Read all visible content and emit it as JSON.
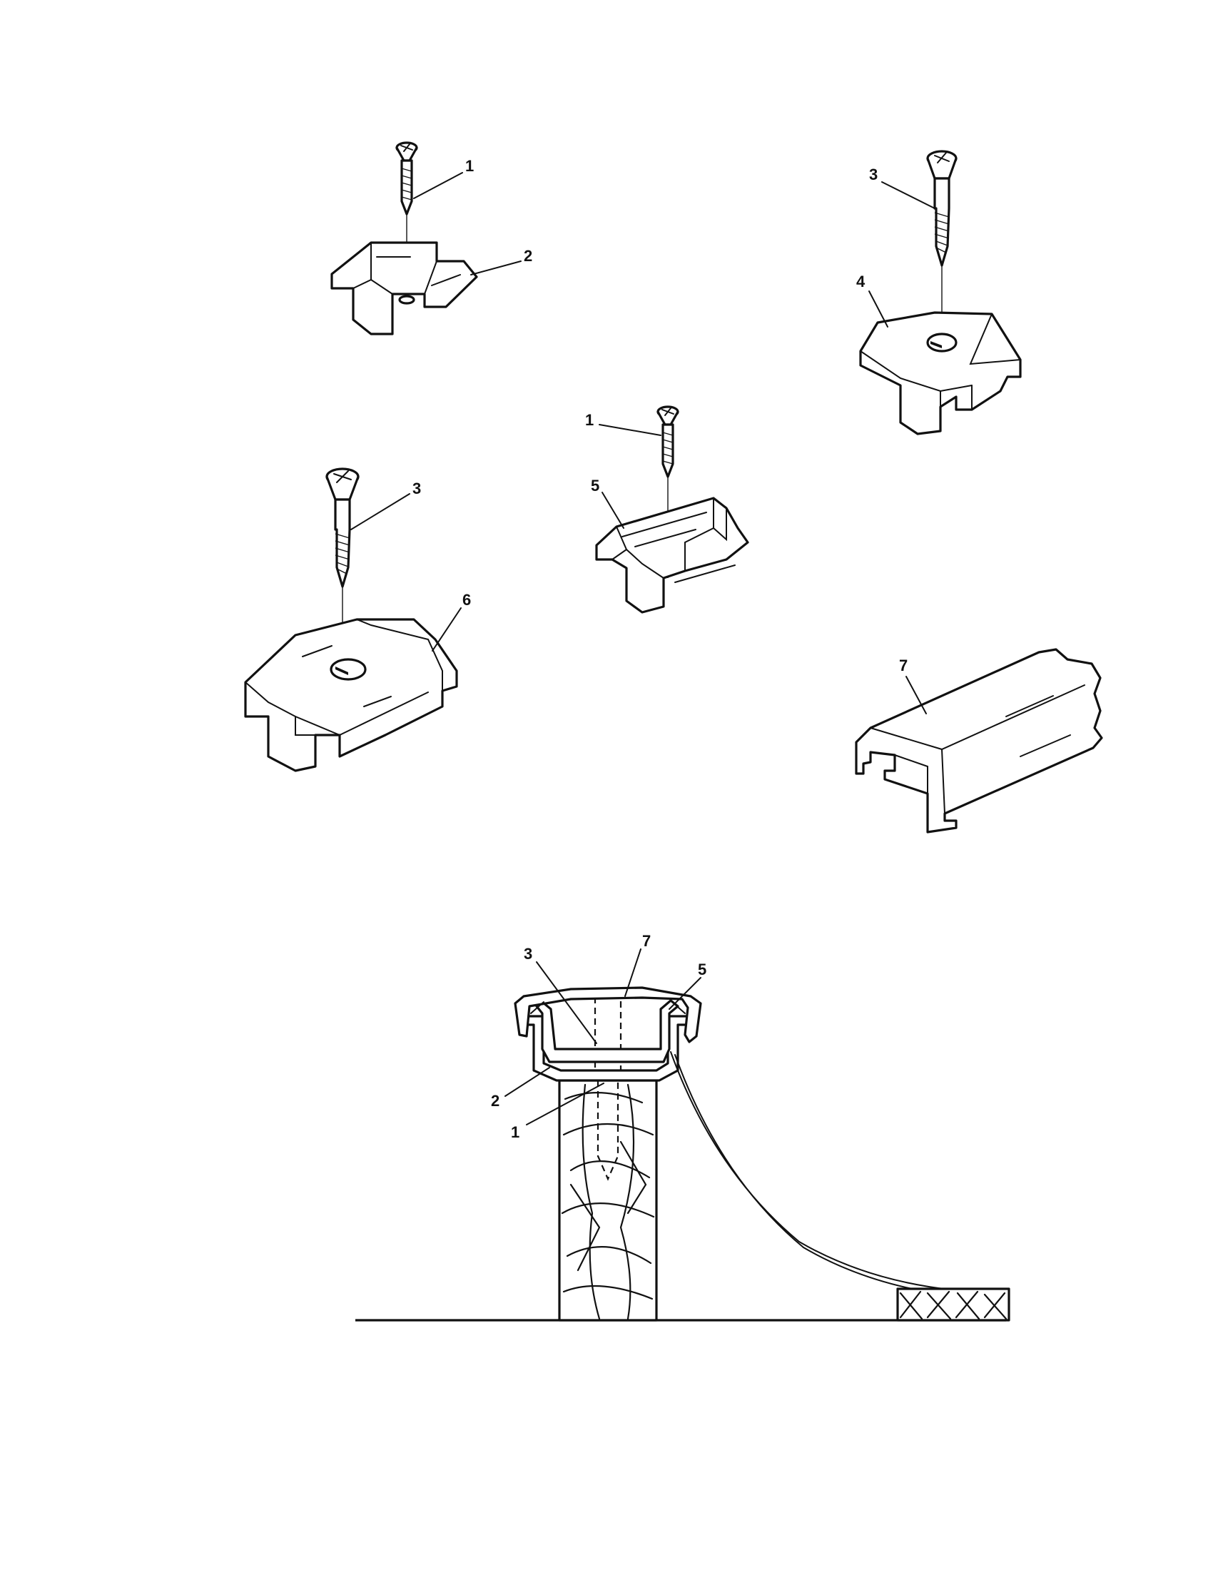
{
  "colors": {
    "ink": "#111111",
    "paper": "#ffffff"
  },
  "figure": {
    "parts": [
      {
        "id": "screw-small-a",
        "callout": "1"
      },
      {
        "id": "channel-base",
        "callout": "2"
      },
      {
        "id": "screw-large-a",
        "callout": "3"
      },
      {
        "id": "end-block-small",
        "callout": "4"
      },
      {
        "id": "screw-small-b",
        "callout": "1"
      },
      {
        "id": "channel-clip",
        "callout": "5"
      },
      {
        "id": "screw-large-b",
        "callout": "3"
      },
      {
        "id": "end-block-large",
        "callout": "6"
      },
      {
        "id": "cap-rail",
        "callout": "7"
      }
    ],
    "section_view": {
      "callouts": [
        "3",
        "7",
        "5",
        "2",
        "1"
      ]
    }
  }
}
